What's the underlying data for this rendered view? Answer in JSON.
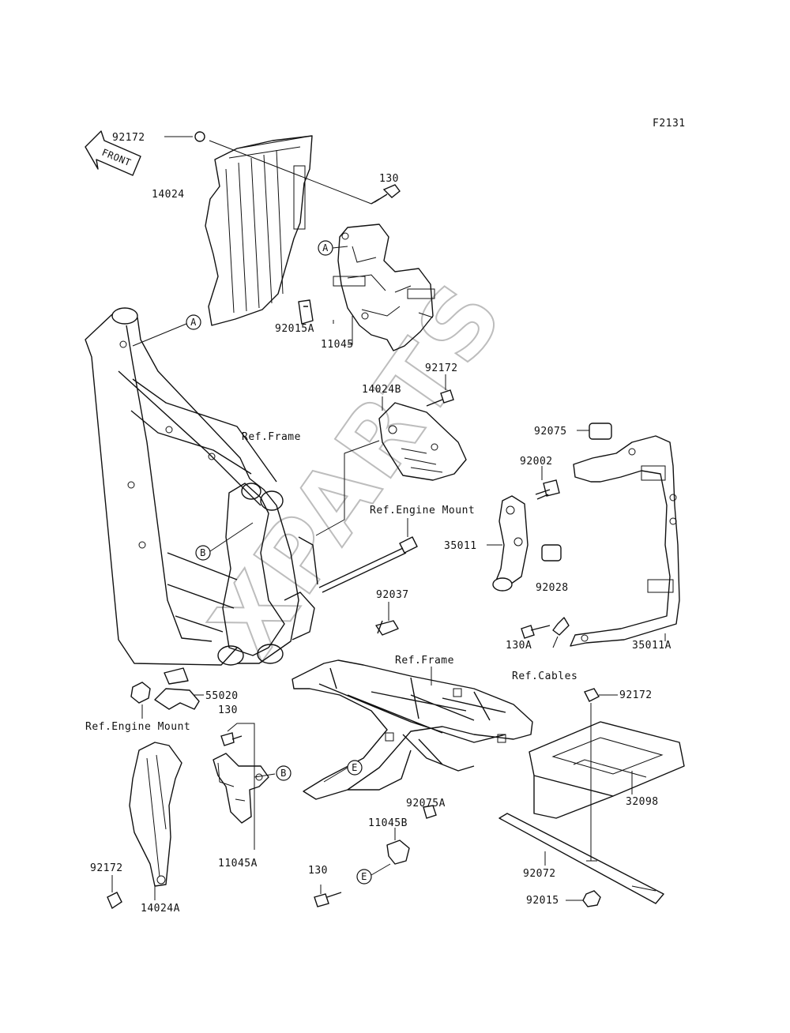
{
  "figure_code": "F2131",
  "watermark": "XPARTS",
  "front_arrow": {
    "label": "FRONT",
    "icon": "front-arrow-icon"
  },
  "parts": [
    {
      "id": "p1",
      "label": "92172"
    },
    {
      "id": "p2",
      "label": "14024"
    },
    {
      "id": "p3",
      "label": "130"
    },
    {
      "id": "p4",
      "label": "92015A"
    },
    {
      "id": "p5",
      "label": "11045"
    },
    {
      "id": "p6",
      "label": "92172"
    },
    {
      "id": "p7",
      "label": "14024B"
    },
    {
      "id": "p8",
      "label": "Ref.Frame"
    },
    {
      "id": "p9",
      "label": "92075"
    },
    {
      "id": "p10",
      "label": "92002"
    },
    {
      "id": "p11",
      "label": "Ref.Engine Mount"
    },
    {
      "id": "p12",
      "label": "35011"
    },
    {
      "id": "p13",
      "label": "92028"
    },
    {
      "id": "p14",
      "label": "92037"
    },
    {
      "id": "p15",
      "label": "130A"
    },
    {
      "id": "p16",
      "label": "35011A"
    },
    {
      "id": "p17",
      "label": "Ref.Frame"
    },
    {
      "id": "p18",
      "label": "Ref.Cables"
    },
    {
      "id": "p19",
      "label": "55020"
    },
    {
      "id": "p20",
      "label": "Ref.Engine Mount"
    },
    {
      "id": "p21",
      "label": "92172"
    },
    {
      "id": "p22",
      "label": "130"
    },
    {
      "id": "p23",
      "label": "32098"
    },
    {
      "id": "p24",
      "label": "92075A"
    },
    {
      "id": "p25",
      "label": "11045B"
    },
    {
      "id": "p26",
      "label": "11045A"
    },
    {
      "id": "p27",
      "label": "92072"
    },
    {
      "id": "p28",
      "label": "92172"
    },
    {
      "id": "p29",
      "label": "130"
    },
    {
      "id": "p30",
      "label": "14024A"
    },
    {
      "id": "p31",
      "label": "92015"
    }
  ],
  "callouts": [
    {
      "id": "c1",
      "letter": "A"
    },
    {
      "id": "c2",
      "letter": "A"
    },
    {
      "id": "c3",
      "letter": "B"
    },
    {
      "id": "c4",
      "letter": "B"
    },
    {
      "id": "c5",
      "letter": "E"
    },
    {
      "id": "c6",
      "letter": "E"
    }
  ]
}
